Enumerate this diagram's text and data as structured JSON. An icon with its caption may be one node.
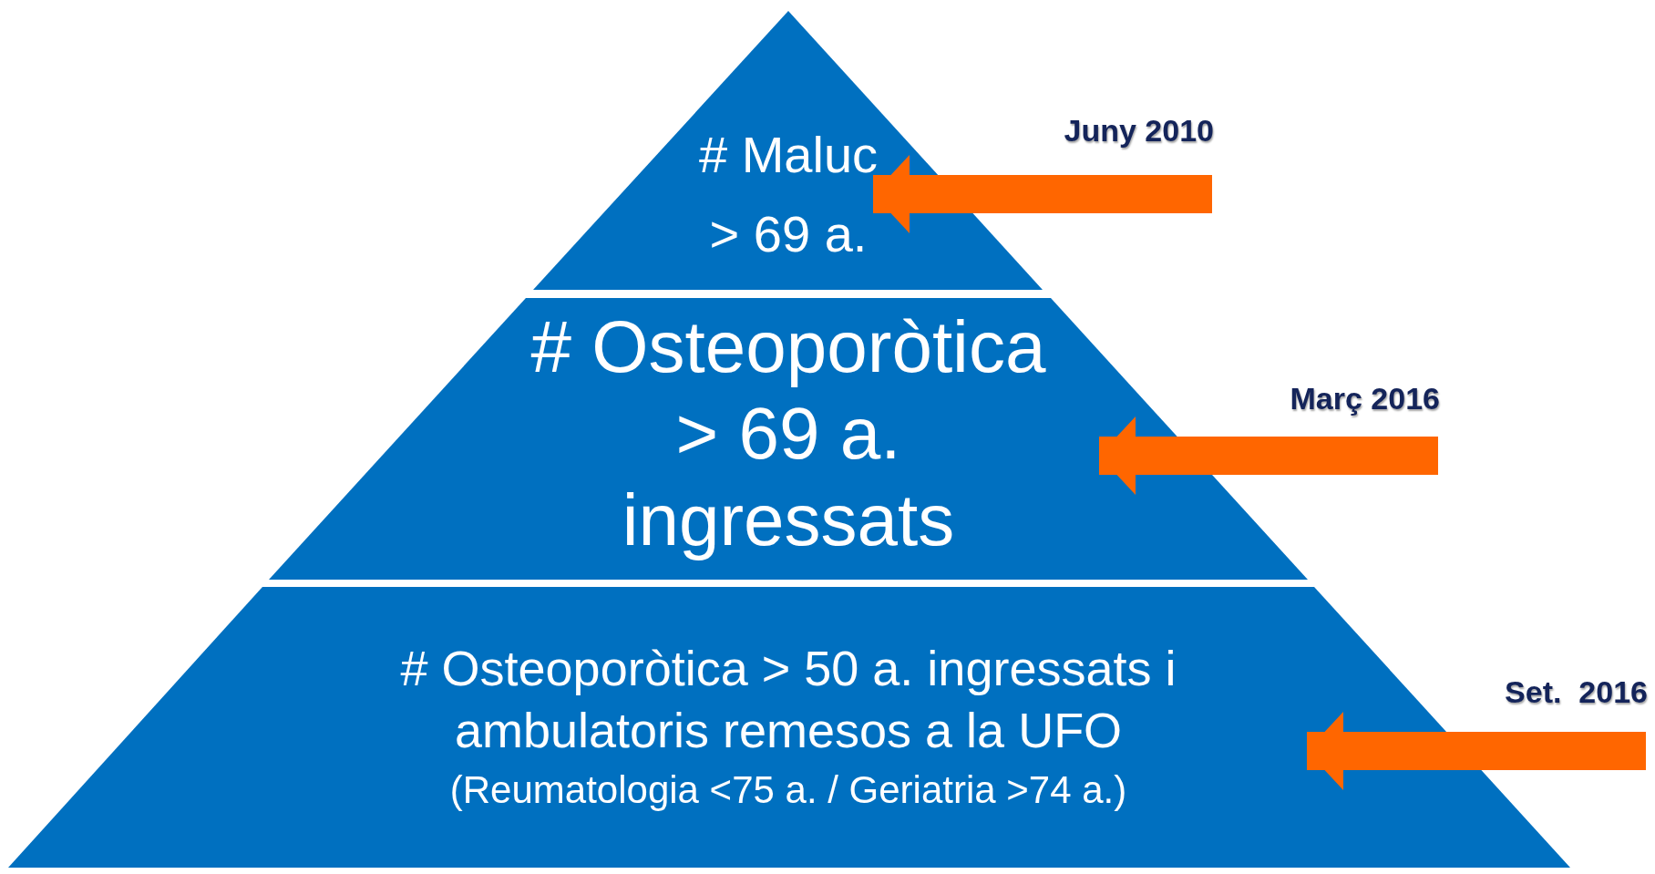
{
  "diagram": {
    "nodes": [
      {
        "text": [
          "# Maluc",
          "> 69 a."
        ]
      },
      {
        "text": [
          "# Osteoporòtica > 69 a. ingressats"
        ]
      },
      {
        "text": [
          "# Osteoporòtica > 50 a. ingressats i ambulatoris remesos a la UFO",
          "(Reumatologia <75 a. / Geriatria >74 a.)"
        ]
      },
      {
        "text": [
          "Juny 2010"
        ]
      },
      {
        "text": [
          "Març 2016"
        ]
      },
      {
        "text": [
          "Set.  2016"
        ]
      }
    ],
    "edges": [
      {
        "from": 3,
        "to": 0,
        "arrow": "to"
      },
      {
        "from": 4,
        "to": 1,
        "arrow": "to"
      },
      {
        "from": 5,
        "to": 2,
        "arrow": "to"
      }
    ]
  }
}
